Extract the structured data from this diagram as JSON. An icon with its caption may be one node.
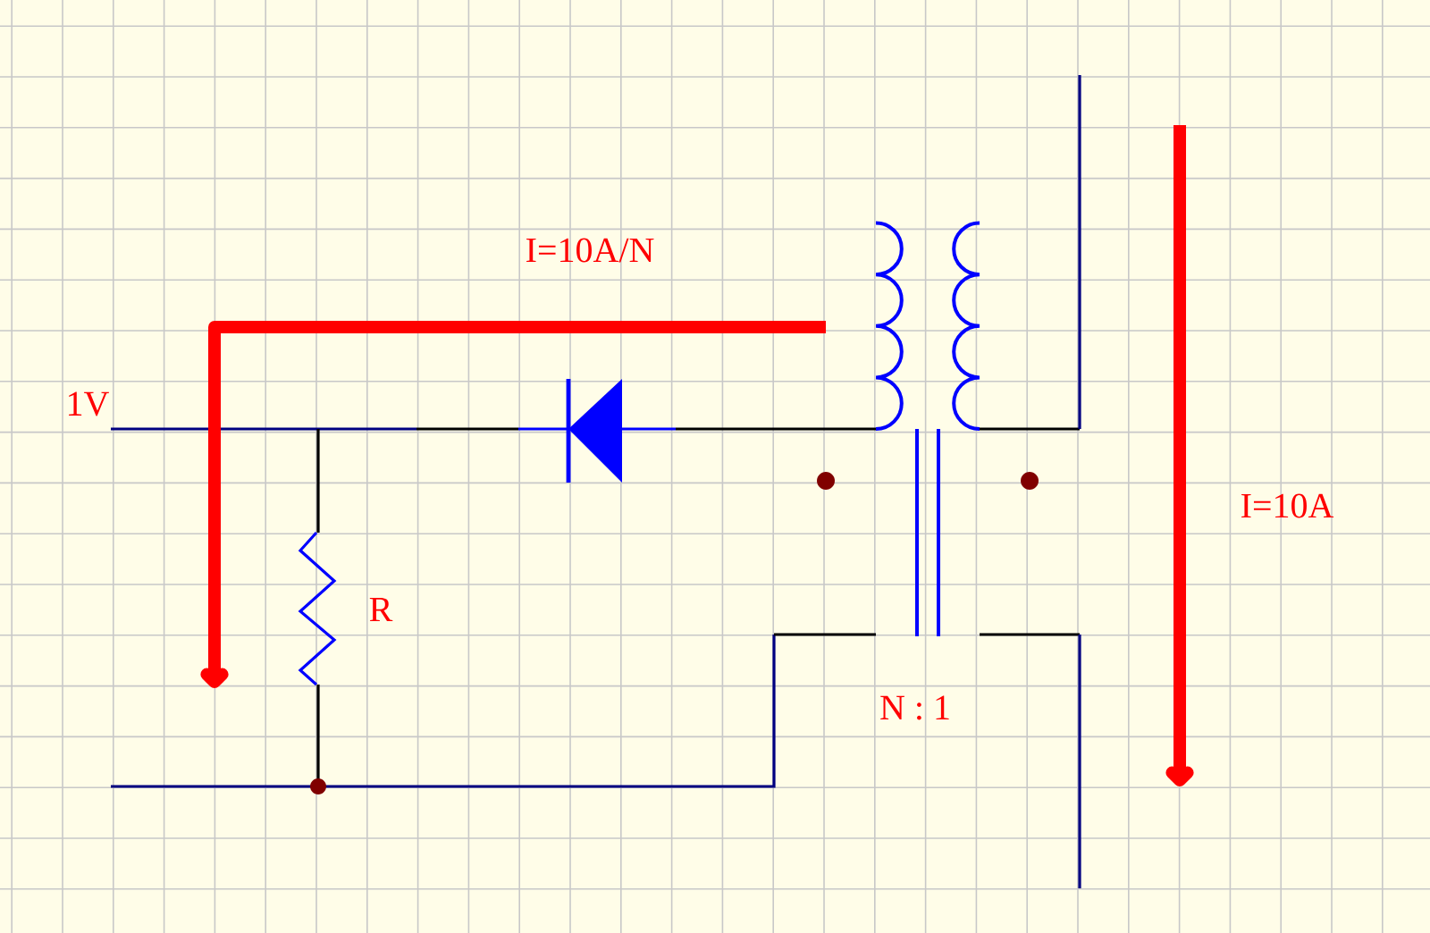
{
  "diagram": {
    "labels": [
      "I=10A/N",
      "1V",
      "I=10A",
      "R",
      "N : 1"
    ]
  }
}
